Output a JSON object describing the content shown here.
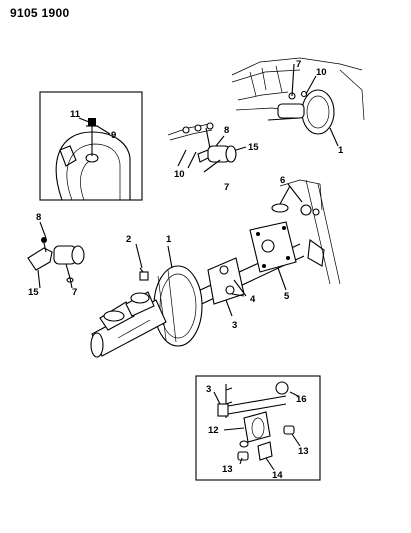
{
  "header": {
    "doc_code": "9105 1900"
  },
  "callouts": {
    "c1_top": "1",
    "c7_top": "7",
    "c10_top": "10",
    "c11": "11",
    "c9": "9",
    "c8_mid": "8",
    "c15_mid": "15",
    "c10_mid": "10",
    "c7_mid": "7",
    "c6": "6",
    "c8_left": "8",
    "c15_left": "15",
    "c7_left": "7",
    "c2": "2",
    "c1_main": "1",
    "c4": "4",
    "c5": "5",
    "c3_main": "3",
    "c3_inset": "3",
    "c16": "16",
    "c12": "12",
    "c13_right": "13",
    "c13_bottom": "13",
    "c14": "14"
  }
}
